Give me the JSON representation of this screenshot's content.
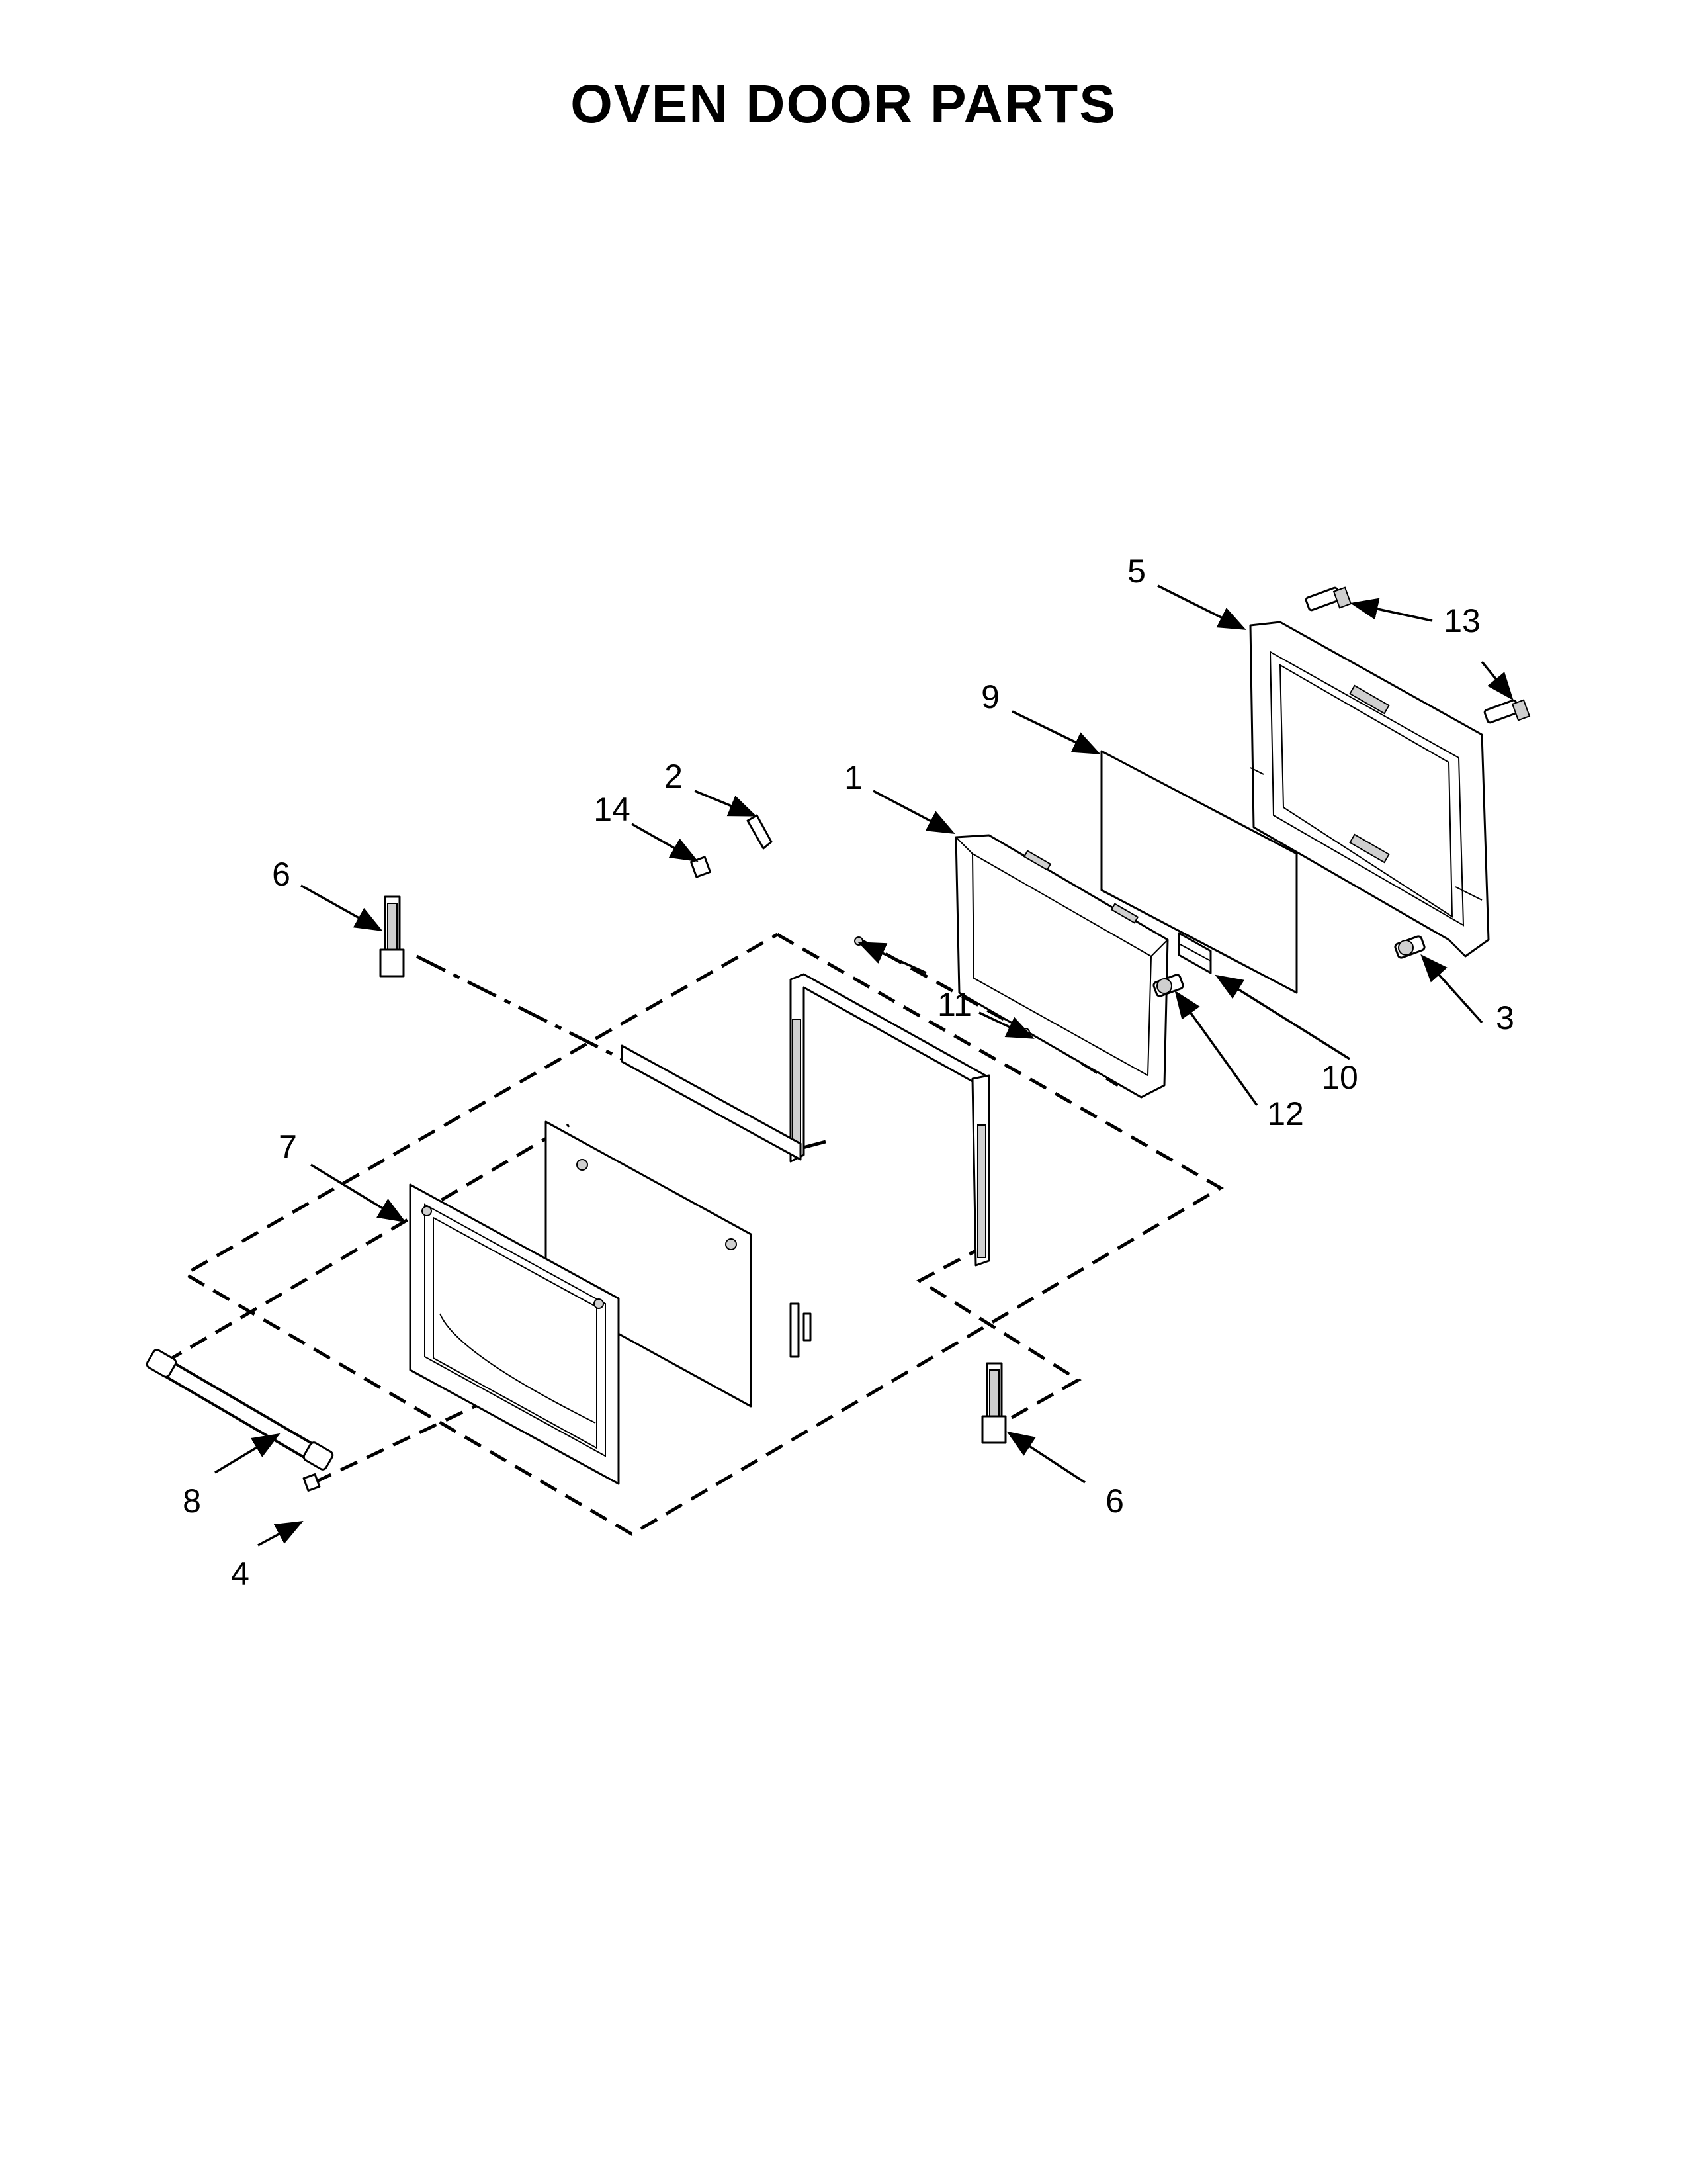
{
  "title": "OVEN DOOR PARTS",
  "callouts": [
    {
      "id": "c5",
      "label": "5"
    },
    {
      "id": "c13",
      "label": "13"
    },
    {
      "id": "c9",
      "label": "9"
    },
    {
      "id": "c2",
      "label": "2"
    },
    {
      "id": "c14",
      "label": "14"
    },
    {
      "id": "c1",
      "label": "1"
    },
    {
      "id": "c6a",
      "label": "6"
    },
    {
      "id": "c3",
      "label": "3"
    },
    {
      "id": "c11",
      "label": "11"
    },
    {
      "id": "c10",
      "label": "10"
    },
    {
      "id": "c12",
      "label": "12"
    },
    {
      "id": "c7",
      "label": "7"
    },
    {
      "id": "c8",
      "label": "8"
    },
    {
      "id": "c6b",
      "label": "6"
    },
    {
      "id": "c4",
      "label": "4"
    }
  ],
  "parts": [
    {
      "id": "p1",
      "icon": "inner-door-frame-icon"
    },
    {
      "id": "p2",
      "icon": "clip-icon"
    },
    {
      "id": "p3",
      "icon": "screw-icon"
    },
    {
      "id": "p4",
      "icon": "small-clip-icon"
    },
    {
      "id": "p5",
      "icon": "door-liner-icon"
    },
    {
      "id": "p6",
      "icon": "hinge-icon"
    },
    {
      "id": "p7",
      "icon": "door-assembly-outline-icon"
    },
    {
      "id": "p8",
      "icon": "handle-icon"
    },
    {
      "id": "p9",
      "icon": "glass-panel-icon"
    },
    {
      "id": "p10",
      "icon": "bracket-icon"
    },
    {
      "id": "p11",
      "icon": "side-channel-icon"
    },
    {
      "id": "p12",
      "icon": "screw-icon"
    },
    {
      "id": "p13",
      "icon": "screw-icon"
    },
    {
      "id": "p14",
      "icon": "spacer-icon"
    }
  ]
}
